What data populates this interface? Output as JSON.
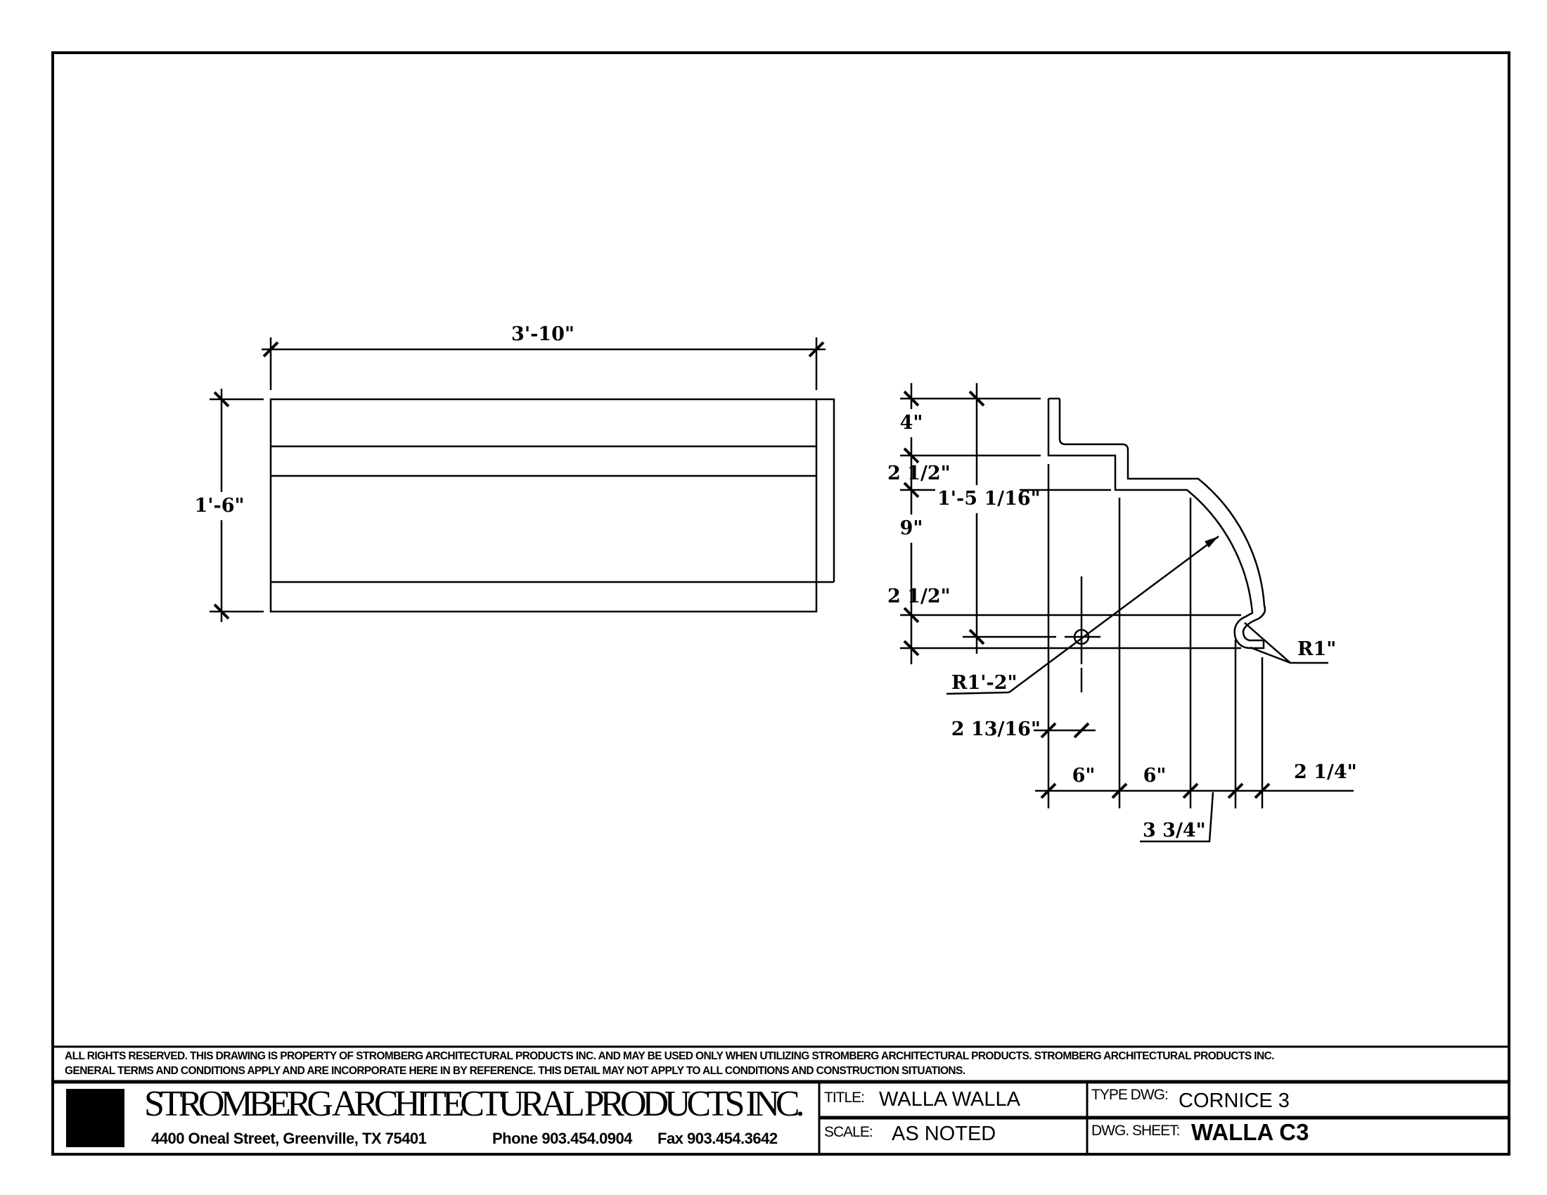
{
  "elevation": {
    "width_dim": "3'-10\"",
    "height_dim": "1'-6\""
  },
  "profile": {
    "dims": {
      "top": "4\"",
      "upper_step": "2 1/2\"",
      "overall_height": "1'-5 1/16\"",
      "middle": "9\"",
      "lower_step": "2 1/2\"",
      "radius_large": "R1'-2\"",
      "radius_small": "R1\"",
      "center_offset": "2 13/16\"",
      "run1": "6\"",
      "run2": "6\"",
      "run3": "3 3/4\"",
      "run4": "2 1/4\""
    }
  },
  "disclaimer": {
    "line1": "ALL RIGHTS RESERVED. THIS DRAWING IS PROPERTY OF STROMBERG ARCHITECTURAL PRODUCTS INC. AND MAY BE USED ONLY WHEN UTILIZING STROMBERG ARCHITECTURAL PRODUCTS.  STROMBERG ARCHITECTURAL PRODUCTS INC.",
    "line2": "GENERAL TERMS AND CONDITIONS APPLY AND ARE INCORPORATE HERE IN BY REFERENCE.  THIS DETAIL MAY NOT APPLY TO ALL CONDITIONS AND CONSTRUCTION SITUATIONS."
  },
  "title_block": {
    "company": "STROMBERG ARCHITECTURAL PRODUCTS INC.",
    "address": "4400 Oneal Street, Greenville, TX  75401",
    "phone": "Phone 903.454.0904",
    "fax": "Fax 903.454.3642",
    "title_label": "TITLE:",
    "title_value": "WALLA WALLA",
    "scale_label": "SCALE:",
    "scale_value": "AS NOTED",
    "type_label": "TYPE DWG:",
    "type_value": "CORNICE 3",
    "sheet_label": "DWG. SHEET:",
    "sheet_value": "WALLA C3"
  }
}
